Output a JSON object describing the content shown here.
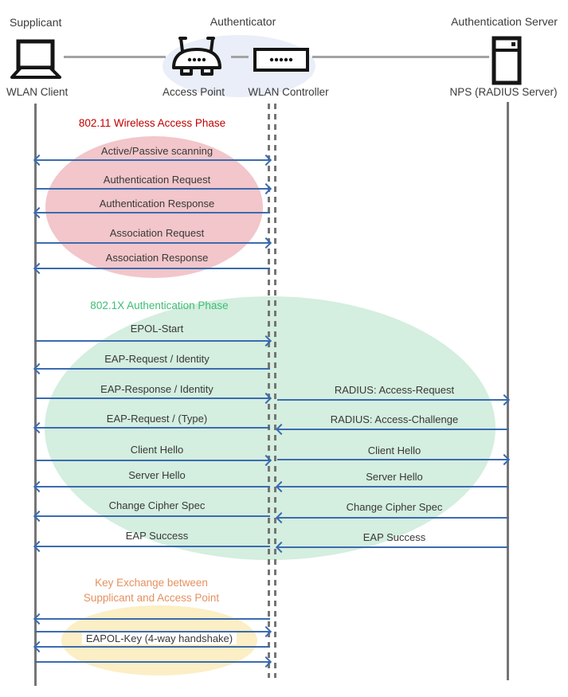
{
  "roles": {
    "supplicant": "Supplicant",
    "authenticator": "Authenticator",
    "auth_server": "Authentication Server"
  },
  "nodes": {
    "client": "WLAN Client",
    "access_point": "Access Point",
    "controller": "WLAN Controller",
    "nps": "NPS (RADIUS Server)"
  },
  "phases": {
    "p1": {
      "title": "802.11 Wireless Access Phase",
      "color": "#C00000"
    },
    "p2": {
      "title": "802.1X Authentication Phase",
      "color": "#3DBE74"
    },
    "p3": {
      "title_line1": "Key Exchange between",
      "title_line2": "Supplicant and Access Point",
      "color": "#E6915F"
    }
  },
  "client_ap_messages": [
    {
      "label": "Active/Passive scanning",
      "direction": "both"
    },
    {
      "label": "Authentication Request",
      "direction": "right"
    },
    {
      "label": "Authentication Response",
      "direction": "left"
    },
    {
      "label": "Association Request",
      "direction": "right"
    },
    {
      "label": "Association Response",
      "direction": "left"
    },
    {
      "label": "EPOL-Start",
      "direction": "right"
    },
    {
      "label": "EAP-Request / Identity",
      "direction": "left"
    },
    {
      "label": "EAP-Response / Identity",
      "direction": "right"
    },
    {
      "label": "EAP-Request / (Type)",
      "direction": "left"
    },
    {
      "label": "Client Hello",
      "direction": "right"
    },
    {
      "label": "Server Hello",
      "direction": "left"
    },
    {
      "label": "Change Cipher Spec",
      "direction": "left"
    },
    {
      "label": "EAP Success",
      "direction": "left"
    },
    {
      "label": "",
      "direction": "left"
    },
    {
      "label": "",
      "direction": "right"
    },
    {
      "label": "EAPOL-Key (4-way handshake)",
      "direction": "left"
    },
    {
      "label": "",
      "direction": "right"
    }
  ],
  "controller_server_messages": [
    {
      "label": "RADIUS: Access-Request",
      "direction": "right"
    },
    {
      "label": "RADIUS: Access-Challenge",
      "direction": "left"
    },
    {
      "label": "Client Hello",
      "direction": "right"
    },
    {
      "label": "Server Hello",
      "direction": "left"
    },
    {
      "label": "Change Cipher Spec",
      "direction": "left"
    },
    {
      "label": "EAP Success",
      "direction": "left"
    }
  ],
  "colors": {
    "arrow_blue": "#3B6BB0",
    "lifeline_gray": "#757575",
    "phase1_text": "#C00000",
    "phase1_fill": "#F2C6CA",
    "phase2_text": "#3DBE74",
    "phase2_fill": "#D4EEDF",
    "phase3_text": "#E6915F",
    "phase3_fill": "#FCEEC5",
    "header_ellipse_fill": "#EAEEF8"
  }
}
